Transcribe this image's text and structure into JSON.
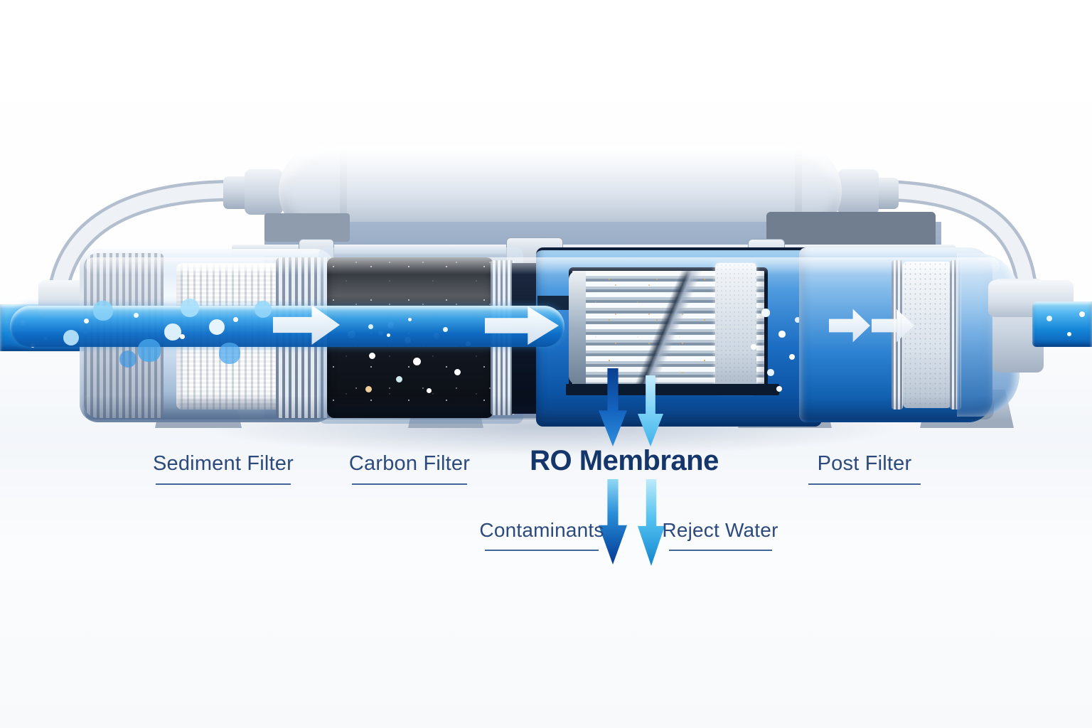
{
  "stages": [
    {
      "label": "Sediment Filter"
    },
    {
      "label": "Carbon Filter"
    },
    {
      "label": "RO Membrane"
    },
    {
      "label": "Post Filter"
    }
  ],
  "outputs": [
    {
      "label": "Contaminants"
    },
    {
      "label": "Reject Water"
    }
  ],
  "colors": {
    "label_text": "#2c4a7c",
    "ro_label_text": "#14366b",
    "underline": "#44659a",
    "water_blue": "#1586d8",
    "arrow_dark_blue": "#0b4ea6",
    "arrow_light_blue": "#55c2f0",
    "flow_arrow": "#ffffff",
    "carbon_media": "#11161f",
    "housing_grey": "#c2cdda"
  }
}
